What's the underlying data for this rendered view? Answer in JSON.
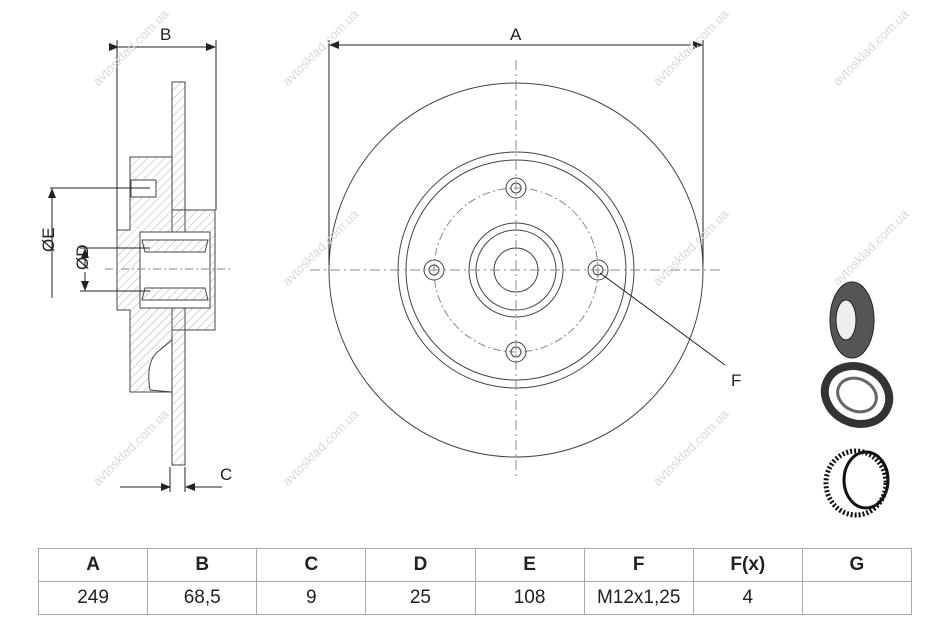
{
  "drawing": {
    "side_labels": {
      "b": "B",
      "c": "C",
      "e": "ØE",
      "d": "ØD"
    },
    "front_labels": {
      "a": "A",
      "f": "F"
    }
  },
  "table": {
    "headers": [
      "A",
      "B",
      "C",
      "D",
      "E",
      "F",
      "F(x)",
      "G"
    ],
    "values": [
      "249",
      "68,5",
      "9",
      "25",
      "108",
      "M12x1,25",
      "4",
      ""
    ]
  },
  "watermark": "avtosklad.com.ua"
}
